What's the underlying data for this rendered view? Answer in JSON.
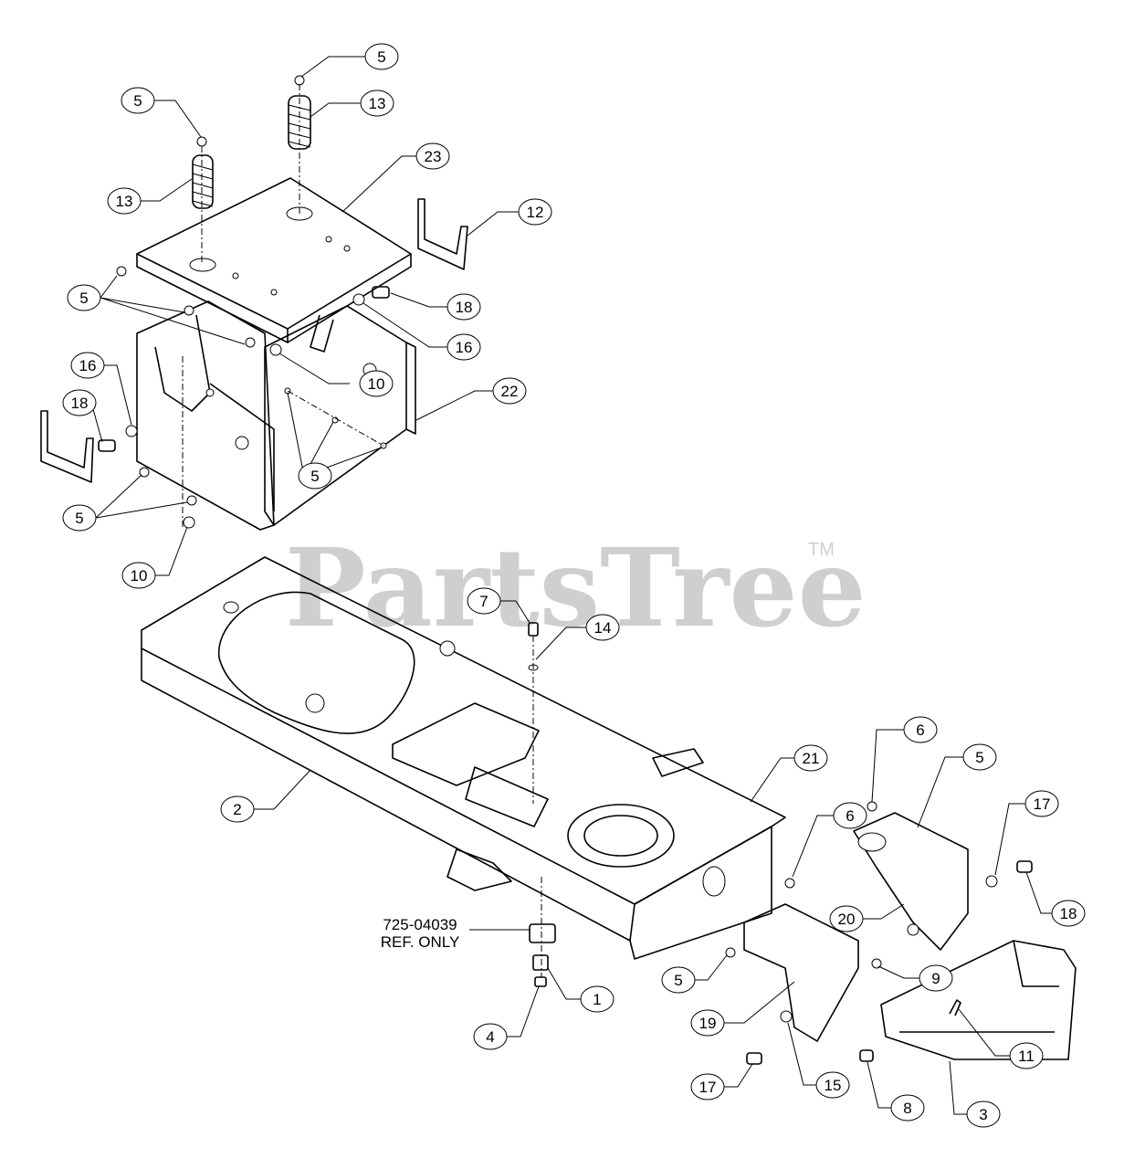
{
  "watermark": {
    "brand": "PartsTree",
    "trademark": "TM"
  },
  "reference_note": {
    "part_number": "725-04039",
    "note": "REF. ONLY"
  },
  "callouts": [
    {
      "n": "5"
    },
    {
      "n": "13"
    },
    {
      "n": "5"
    },
    {
      "n": "23"
    },
    {
      "n": "13"
    },
    {
      "n": "12"
    },
    {
      "n": "5"
    },
    {
      "n": "18"
    },
    {
      "n": "16"
    },
    {
      "n": "16"
    },
    {
      "n": "18"
    },
    {
      "n": "10"
    },
    {
      "n": "22"
    },
    {
      "n": "5"
    },
    {
      "n": "5"
    },
    {
      "n": "10"
    },
    {
      "n": "7"
    },
    {
      "n": "14"
    },
    {
      "n": "2"
    },
    {
      "n": "21"
    },
    {
      "n": "6"
    },
    {
      "n": "5"
    },
    {
      "n": "6"
    },
    {
      "n": "17"
    },
    {
      "n": "20"
    },
    {
      "n": "18"
    },
    {
      "n": "9"
    },
    {
      "n": "5"
    },
    {
      "n": "1"
    },
    {
      "n": "4"
    },
    {
      "n": "19"
    },
    {
      "n": "11"
    },
    {
      "n": "17"
    },
    {
      "n": "15"
    },
    {
      "n": "8"
    },
    {
      "n": "3"
    }
  ]
}
